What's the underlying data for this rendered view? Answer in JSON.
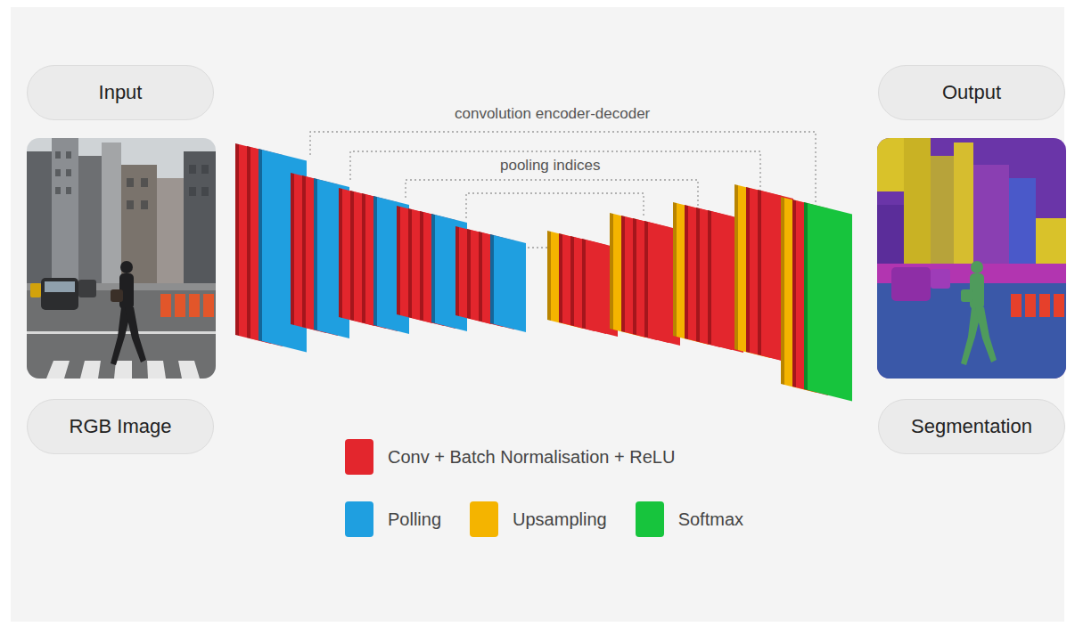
{
  "diagram": {
    "nodes": [
      {
        "text": [
          "Input"
        ]
      },
      {
        "text": [
          "Output"
        ]
      },
      {
        "text": [
          "RGB Image"
        ]
      },
      {
        "text": [
          "Segmentation"
        ]
      }
    ],
    "labels": [
      "convolution encoder-decoder",
      "pooling indices"
    ],
    "legend": [
      {
        "text": "Conv + Batch Normalisation + ReLU",
        "color": "#e3262d"
      },
      {
        "text": "Polling",
        "color": "#1f9fe0"
      },
      {
        "text": "Upsampling",
        "color": "#f4b400"
      },
      {
        "text": "Softmax",
        "color": "#17c43d"
      }
    ]
  }
}
